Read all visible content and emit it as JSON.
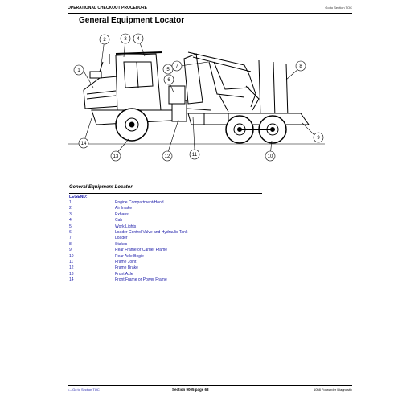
{
  "header": {
    "left_title": "OPERATIONAL CHECKOUT PROCEDURE",
    "right_link": "Go to Section TOC"
  },
  "title": "General Equipment Locator",
  "figure_callouts": [
    "1",
    "2",
    "3",
    "4",
    "5",
    "6",
    "7",
    "8",
    "9",
    "10",
    "11",
    "12",
    "13",
    "14"
  ],
  "section_subtitle": "General Equipment Locator",
  "legend": {
    "title": "LEGEND:",
    "items": [
      {
        "num": "1",
        "label": "Engine Compartment/Hood"
      },
      {
        "num": "2",
        "label": "Air Intake"
      },
      {
        "num": "3",
        "label": "Exhaust"
      },
      {
        "num": "4",
        "label": "Cab"
      },
      {
        "num": "5",
        "label": "Work Lights"
      },
      {
        "num": "6",
        "label": "Loader Control Valve and Hydraulic Tank"
      },
      {
        "num": "7",
        "label": "Loader"
      },
      {
        "num": "8",
        "label": "Stakes"
      },
      {
        "num": "9",
        "label": "Rear Frame or Carrier Frame"
      },
      {
        "num": "10",
        "label": "Rear Axle Bogie"
      },
      {
        "num": "11",
        "label": "Frame Joint"
      },
      {
        "num": "12",
        "label": "Frame Brake"
      },
      {
        "num": "13",
        "label": "Front Axle"
      },
      {
        "num": "14",
        "label": "Front Frame or Power Frame"
      }
    ]
  },
  "footer": {
    "left_link": "<-- Go to Section TOC",
    "center": "Section 9005 page 68",
    "right": "1058 Forwarder Diagnostic"
  }
}
